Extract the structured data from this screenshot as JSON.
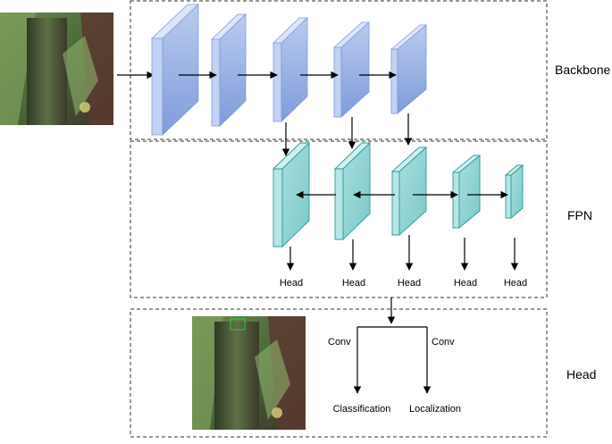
{
  "sections": {
    "backbone_label": "Backbone",
    "fpn_label": "FPN",
    "head_label": "Head"
  },
  "fpn_outputs": [
    "Head",
    "Head",
    "Head",
    "Head",
    "Head"
  ],
  "head_block": {
    "conv_left": "Conv",
    "conv_right": "Conv",
    "classification": "Classification",
    "localization": "Localization"
  },
  "colors": {
    "backbone_front": "#8FA8E0",
    "backbone_side": "#C2D2F2",
    "backbone_top": "#DCE6F8",
    "fpn_front": "#8FD3D3",
    "fpn_side": "#B8E5E5",
    "fpn_edge": "#2E9A9A",
    "box_border": "#333333"
  },
  "icons": [
    "input-photo",
    "detection-photo",
    "detection-box"
  ]
}
